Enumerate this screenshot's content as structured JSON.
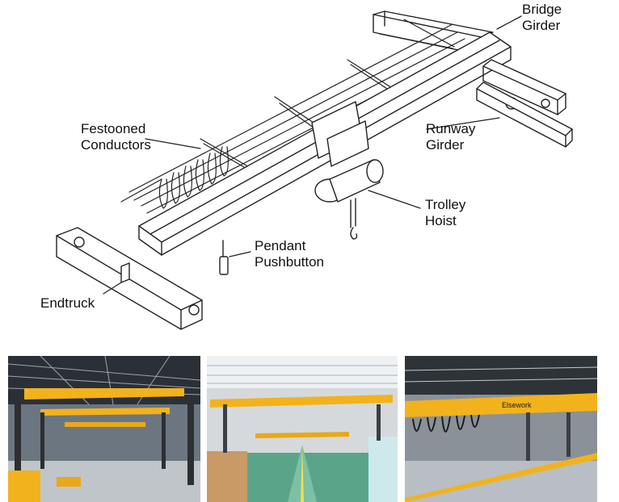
{
  "labels": {
    "bridge_girder": [
      "Bridge",
      "Girder"
    ],
    "festooned_conductors": [
      "Festooned",
      "Conductors"
    ],
    "runway_girder": [
      "Runway",
      "Girder"
    ],
    "trolley_hoist": [
      "Trolley",
      "Hoist"
    ],
    "pendant_pushbutton": [
      "Pendant",
      "Pushbutton"
    ],
    "endtruck": "Endtruck"
  },
  "photo3_text": "Elsework",
  "colors": {
    "crane_yellow": "#f2b21c",
    "line": "#222222"
  }
}
